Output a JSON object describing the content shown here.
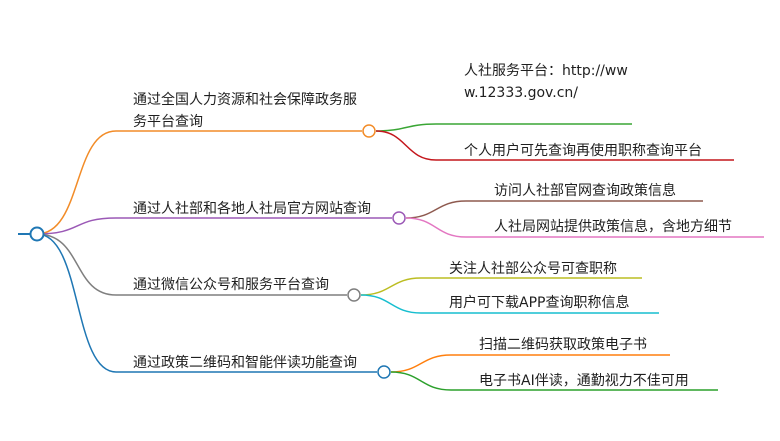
{
  "branches": [
    {
      "label": "通过全国人力资源和社会保障政务服务平台查询",
      "color": "#f28c28",
      "children": [
        {
          "label": "人社服务平台：http://www.12333.gov.cn/",
          "color": "#3aa635"
        },
        {
          "label": "个人用户可先查询再使用职称查询平台",
          "color": "#c4161c"
        }
      ]
    },
    {
      "label": "通过人社部和各地人社局官方网站查询",
      "color": "#9b59b6",
      "children": [
        {
          "label": "访问人社部官网查询政策信息",
          "color": "#8e5a4f"
        },
        {
          "label": "人社局网站提供政策信息，含地方细节",
          "color": "#e377c2"
        }
      ]
    },
    {
      "label": "通过微信公众号和服务平台查询",
      "color": "#7f7f7f",
      "children": [
        {
          "label": "关注人社部公众号可查职称",
          "color": "#bcbd22"
        },
        {
          "label": "用户可下载APP查询职称信息",
          "color": "#17becf"
        }
      ]
    },
    {
      "label": "通过政策二维码和智能伴读功能查询",
      "color": "#1f77b4",
      "children": [
        {
          "label": "扫描二维码获取政策电子书",
          "color": "#ff7f0e"
        },
        {
          "label": "电子书AI伴读，通勤视力不佳可用",
          "color": "#2ca02c"
        }
      ]
    }
  ]
}
